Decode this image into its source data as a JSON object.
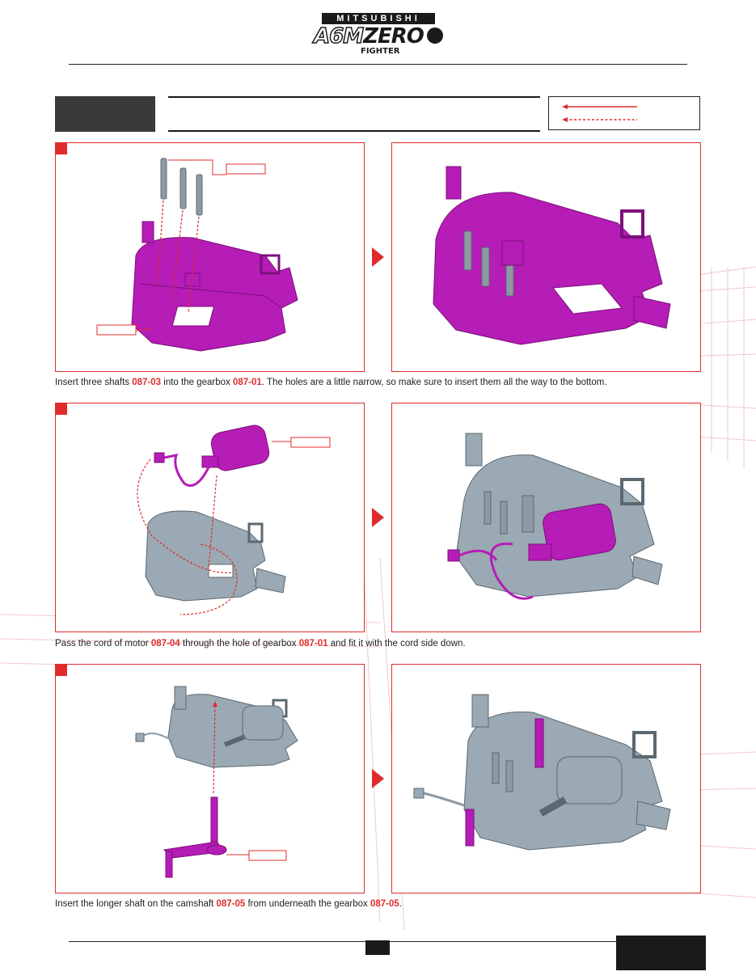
{
  "header": {
    "brand_top": "MITSUBISHI",
    "brand_main_a": "A6M",
    "brand_main_b": "ZERO",
    "brand_sub": "FIGHTER"
  },
  "steps": [
    {
      "caption_parts": [
        {
          "text": "Insert three shafts ",
          "ref": false
        },
        {
          "text": "087-03",
          "ref": true
        },
        {
          "text": " into the gearbox ",
          "ref": false
        },
        {
          "text": "087-01",
          "ref": true
        },
        {
          "text": ". The holes are a little narrow, so make sure to insert them all the way to the bottom.",
          "ref": false
        }
      ]
    },
    {
      "caption_parts": [
        {
          "text": "Pass the cord of motor ",
          "ref": false
        },
        {
          "text": "087-04",
          "ref": true
        },
        {
          "text": " through the hole of gearbox ",
          "ref": false
        },
        {
          "text": "087-01",
          "ref": true
        },
        {
          "text": " and fit it with the cord side down.",
          "ref": false
        }
      ]
    },
    {
      "caption_parts": [
        {
          "text": "Insert the longer shaft on the camshaft ",
          "ref": false
        },
        {
          "text": "087-05",
          "ref": true
        },
        {
          "text": " from underneath the gearbox ",
          "ref": false
        },
        {
          "text": "087-05",
          "ref": true
        },
        {
          "text": ".",
          "ref": false
        }
      ]
    }
  ],
  "colors": {
    "accent": "#e02b2b",
    "part_highlight": "#b61cb6",
    "part_grey": "#9aa9b3",
    "dark": "#1a1a1a"
  },
  "icons": {
    "next_arrow": "red-triangle-right",
    "legend_solid": "solid-arrow-left",
    "legend_dotted": "dotted-arrow-left"
  }
}
